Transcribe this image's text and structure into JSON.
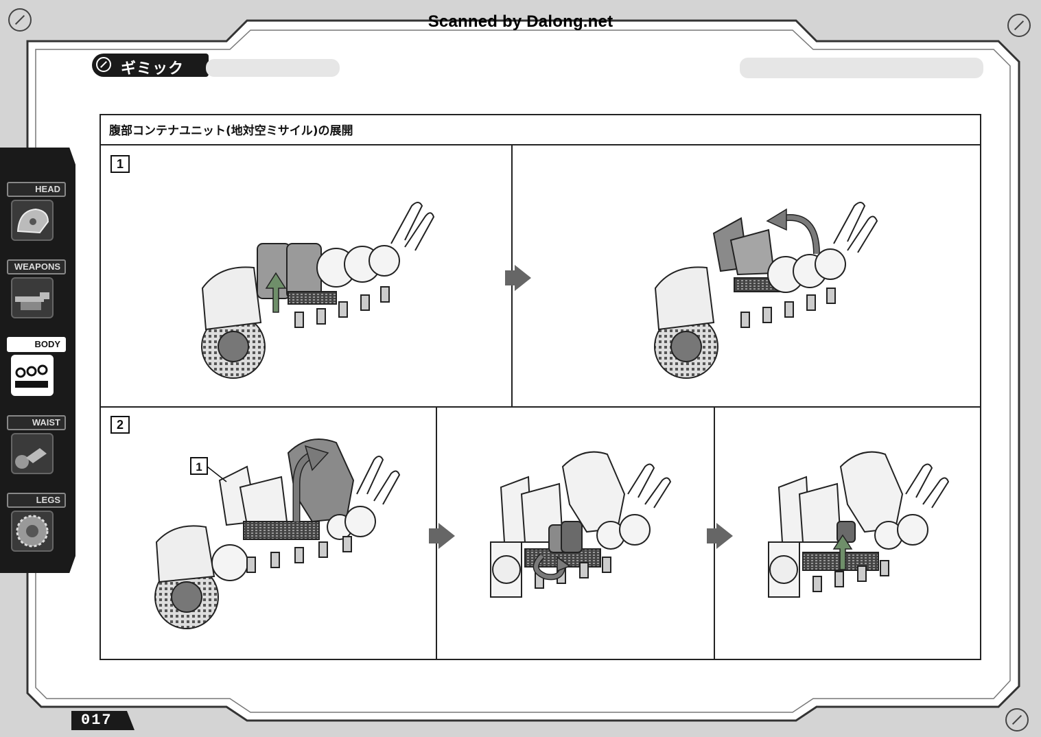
{
  "watermark": "Scanned by Dalong.net",
  "header": {
    "gimmick_label": "ギミック"
  },
  "section": {
    "title": "腹部コンテナユニット(地対空ミサイル)の展開",
    "steps": [
      {
        "number": "1"
      },
      {
        "number": "2"
      }
    ],
    "callout_label": "1"
  },
  "side_tabs": [
    {
      "label": "HEAD",
      "icon": "head-icon",
      "active": false
    },
    {
      "label": "WEAPONS",
      "icon": "weapons-icon",
      "active": false
    },
    {
      "label": "BODY",
      "icon": "body-icon",
      "active": true
    },
    {
      "label": "WAIST",
      "icon": "waist-icon",
      "active": false
    },
    {
      "label": "LEGS",
      "icon": "legs-icon",
      "active": false
    }
  ],
  "footer": {
    "page_number": "017"
  },
  "colors": {
    "frame_dark": "#1a1a1a",
    "background_gray": "#cfcfcf",
    "arrow_gray": "#808080",
    "accent_green": "#6f8f6a"
  }
}
